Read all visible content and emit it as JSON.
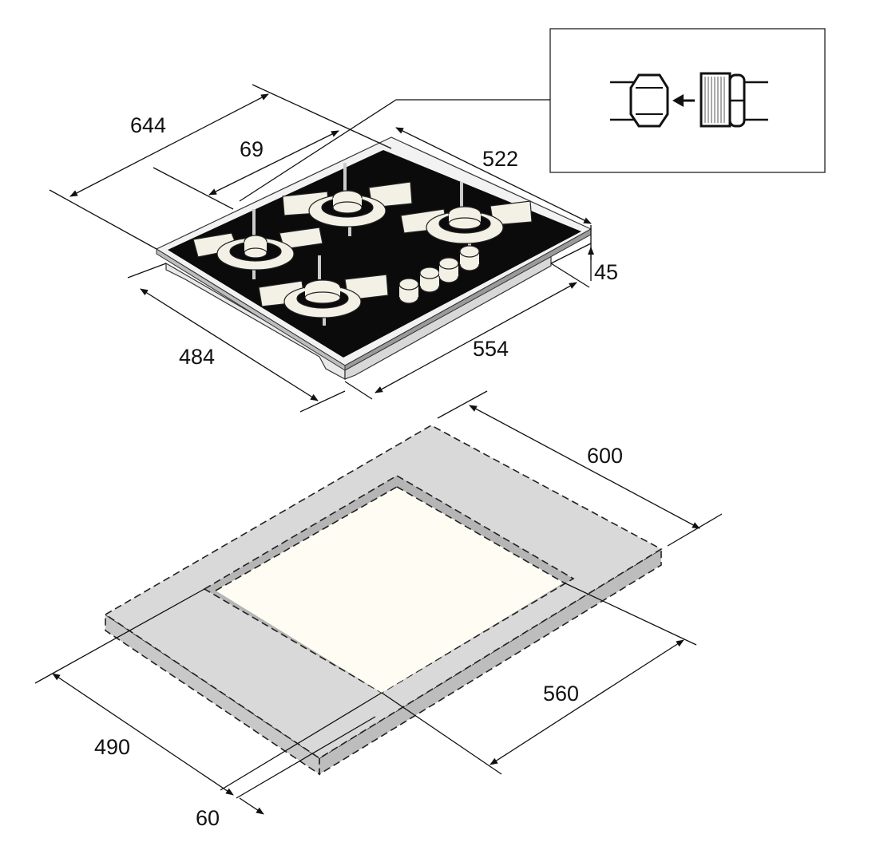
{
  "diagram": {
    "hob_dimensions": {
      "depth_total": "644",
      "rear_offset": "69",
      "glass_width": "522",
      "height": "45",
      "body_depth": "484",
      "body_width": "554"
    },
    "cutout_dimensions": {
      "width": "600",
      "depth": "560",
      "cutout_depth": "490",
      "front_margin": "60"
    },
    "inset": {
      "icon": "gas-connector-icon"
    },
    "colors": {
      "glass": "#0b0b0b",
      "frame": "#ececec",
      "countertop": "#d9d9d9",
      "countertop_inner": "#b5b5b5",
      "cutout": "#fffdf3"
    }
  }
}
